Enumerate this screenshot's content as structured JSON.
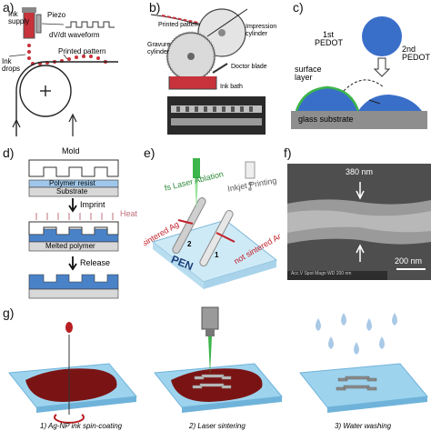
{
  "panels": {
    "a": {
      "letter": "a)",
      "ink_supply": "Ink supply",
      "piezo": "Piezo",
      "waveform": "dV/dt waveform",
      "ink_drops": "Ink drops",
      "printed_pattern": "Printed pattern"
    },
    "b": {
      "letter": "b)",
      "printed_pattern": "Printed pattern",
      "impression_cylinder": "Impression cylinder",
      "gravure_cylinder": "Gravure cylinder",
      "doctor_blade": "Doctor blade",
      "ink_bath": "Ink bath"
    },
    "c": {
      "letter": "c)",
      "first_pedot": "1st PEDOT",
      "second_pedot": "2nd PEDOT",
      "surface_layer": "surface layer",
      "glass_substrate": "glass substrate"
    },
    "d": {
      "letter": "d)",
      "mold": "Mold",
      "polymer_resist": "Polymer resist",
      "substrate": "Substrate",
      "imprint": "Imprint",
      "heat": "Heat",
      "melted_polymer": "Melted polymer",
      "release": "Release"
    },
    "e": {
      "letter": "e)",
      "laser_ablation": "fs Laser Ablation",
      "inkjet_printing": "Inkjet Printing",
      "sintered": "sintered Ag",
      "not_sintered": "not sintered Ag",
      "pen": "PEN",
      "num1": "1",
      "num2": "2"
    },
    "f": {
      "letter": "f)",
      "width_label": "380 nm",
      "scale_label": "200 nm",
      "footer": "Acc.V  Spot Magn   WD     200 nm"
    },
    "g": {
      "letter": "g)",
      "step1": "1) Ag-NP ink spin-coating",
      "step2": "2) Laser sintering",
      "step3": "3) Water washing"
    }
  },
  "colors": {
    "blue": "#4a82c8",
    "red": "#b81e22",
    "dark_red": "#7a1414",
    "pedot_blue": "#3a6fc9",
    "green": "#3cb54a",
    "glass": "#9ed3ee"
  }
}
